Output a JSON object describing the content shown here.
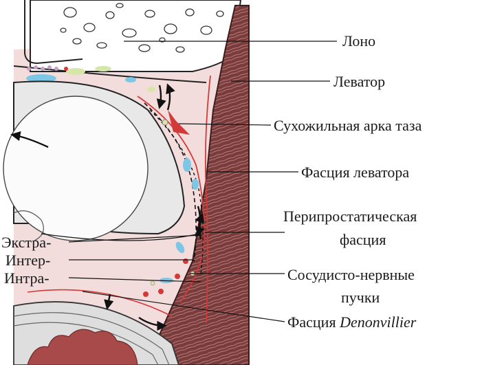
{
  "labels": {
    "lono": "Лоно",
    "levator": "Леватор",
    "arcus": "Сухожильная арка таза",
    "levator_fascia": "Фасция леватора",
    "periprostatic_1": "Перипростатическая",
    "periprostatic_2": "фасция",
    "neurovascular_1": "Сосудисто-нервные",
    "neurovascular_2": "пучки",
    "denon_prefix": "Фасция ",
    "denon_name": "Denonvillier",
    "extra": "Экстра-",
    "inter": "Интер-",
    "intra": "Интра-"
  },
  "colors": {
    "muscle": "#7a3b3b",
    "muscle_stripe": "#b98080",
    "tissue": "#f3dcdc",
    "prostate": "#e8e8e8",
    "fascia_red": "#d23a3a",
    "vessel_blue": "#7cc6e6",
    "fat_green": "#d6e6a8"
  }
}
